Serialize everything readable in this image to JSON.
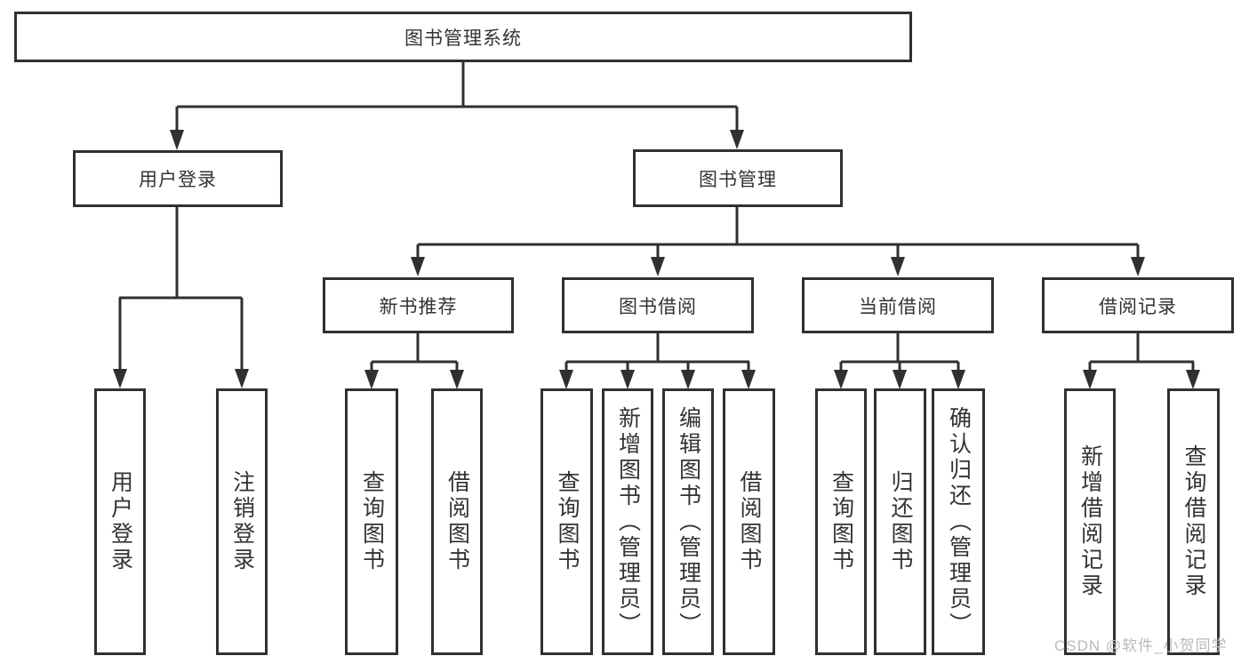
{
  "tree": {
    "root": {
      "label": "图书管理系统",
      "children": [
        {
          "label": "用户登录",
          "children": [
            {
              "label": "用户登录"
            },
            {
              "label": "注销登录"
            }
          ]
        },
        {
          "label": "图书管理",
          "children": [
            {
              "label": "新书推荐",
              "children": [
                {
                  "label": "查询图书"
                },
                {
                  "label": "借阅图书"
                }
              ]
            },
            {
              "label": "图书借阅",
              "children": [
                {
                  "label": "查询图书"
                },
                {
                  "label": "新增图书（管理员）"
                },
                {
                  "label": "编辑图书（管理员）"
                },
                {
                  "label": "借阅图书"
                }
              ]
            },
            {
              "label": "当前借阅",
              "children": [
                {
                  "label": "查询图书"
                },
                {
                  "label": "归还图书"
                },
                {
                  "label": "确认归还（管理员）"
                }
              ]
            },
            {
              "label": "借阅记录",
              "children": [
                {
                  "label": "新增借阅记录"
                },
                {
                  "label": "查询借阅记录"
                }
              ]
            }
          ]
        }
      ]
    }
  },
  "watermark": {
    "text": "CSDN @软件_小贺同学"
  },
  "colors": {
    "line": "#303030",
    "text": "#333333",
    "watermark": "#b9b9b9",
    "background": "#ffffff"
  }
}
